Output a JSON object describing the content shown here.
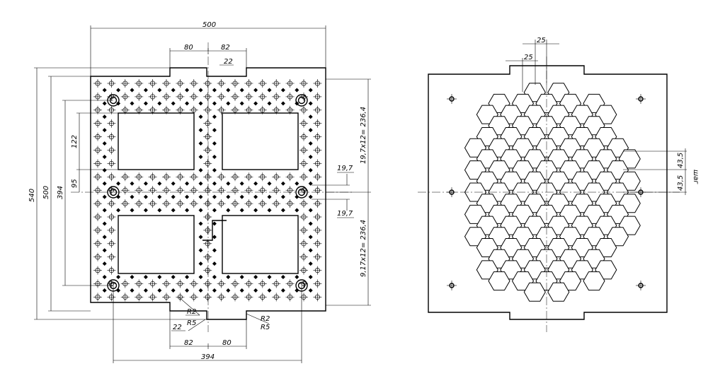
{
  "left_plate": {
    "dims": {
      "width_total": "500",
      "top_left_step": "80",
      "top_right_step": "82",
      "top_notch_depth": "22",
      "height_total": "540",
      "height_inner": "500",
      "hole_span_v": "394",
      "window_height": "122",
      "center_offset": "95",
      "pitch_upper": "19,7x12= 236,4",
      "pitch_lower": "9,17x12= 236,4",
      "hole_pitch_a": "19,7",
      "hole_pitch_b": "19,7",
      "radius_small_left": "R2",
      "radius_small_right": "R2",
      "radius_large_left": "R5",
      "radius_large_right": "R5",
      "bottom_notch_depth": "22",
      "bottom_left_step": "82",
      "bottom_right_step": "80",
      "hole_span_h": "394"
    }
  },
  "right_plate": {
    "dims": {
      "hex_pitch_top": "25",
      "hex_pitch_inner": "25",
      "row_pitch_a": "43,5",
      "row_pitch_b": "43,5",
      "row_label": "шаг"
    }
  }
}
